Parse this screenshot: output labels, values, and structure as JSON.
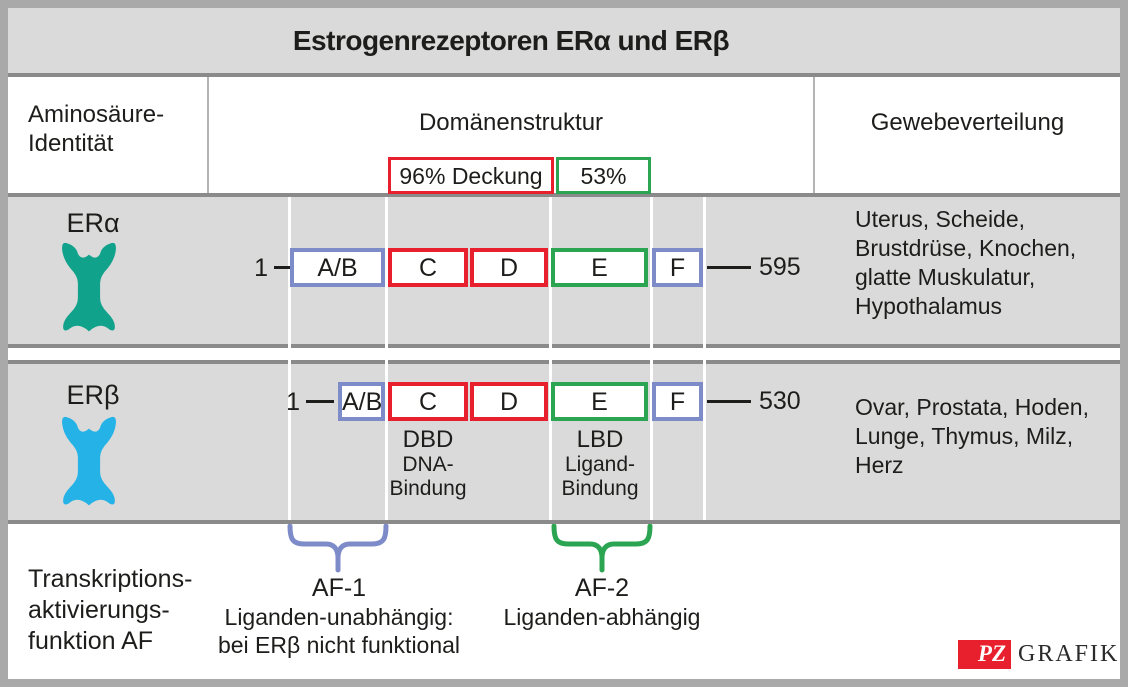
{
  "title": "Estrogenrezeptoren ERα und ERβ",
  "header": {
    "col_identity": "Aminosäure-\nIdentität",
    "col_domains": "Domänenstruktur",
    "col_tissues": "Gewebeverteilung",
    "coverage_red": "96% Deckung",
    "coverage_green": "53%"
  },
  "receptors": [
    {
      "name": "ERα",
      "start": "1",
      "end": "595",
      "domains": [
        "A/B",
        "C",
        "D",
        "E",
        "F"
      ],
      "tissues": "Uterus, Scheide, Brustdrüse, Knochen, glatte Muskulatur, Hypothalamus"
    },
    {
      "name": "ERβ",
      "start": "1",
      "end": "530",
      "domains": [
        "A/B",
        "C",
        "D",
        "E",
        "F"
      ],
      "tissues": "Ovar, Prostata, Hoden, Lunge, Thymus, Milz, Herz"
    }
  ],
  "binding_labels": {
    "dbd_abbr": "DBD",
    "dbd_desc": "DNA-\nBindung",
    "lbd_abbr": "LBD",
    "lbd_desc": "Ligand-\nBindung"
  },
  "af_section": {
    "left_label": "Transkriptions-\naktivierungs-\nfunktion AF",
    "af1_name": "AF-1",
    "af1_desc": "Liganden-unabhängig:\nbei ERβ nicht funktional",
    "af2_name": "AF-2",
    "af2_desc": "Liganden-abhängig"
  },
  "credit": {
    "pz": "PZ",
    "grafik": "GRAFIK"
  },
  "colors": {
    "frame": "#a9a9a9",
    "panel": "#dadada",
    "rule": "#8a8a8a",
    "soft-rule": "#b4b4b4",
    "red": "#e8202d",
    "green": "#2ba552",
    "blue": "#7d8cc9",
    "teal": "#10a28b",
    "cyan": "#25b2e6",
    "ink": "#1d1d1b"
  }
}
